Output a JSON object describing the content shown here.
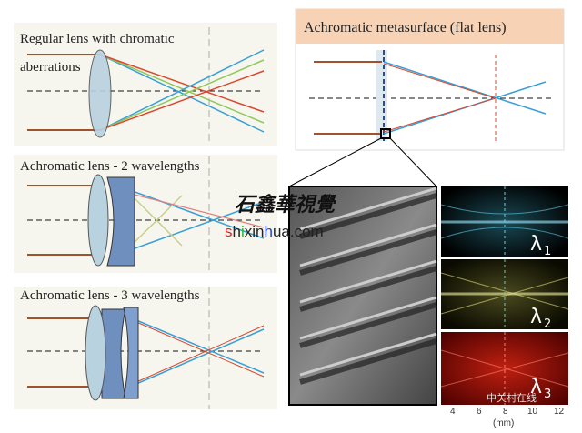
{
  "panels": {
    "regular": {
      "title_line1": "Regular lens with chromatic",
      "title_line2": "aberrations"
    },
    "two": {
      "title": "Achromatic lens - 2 wavelengths"
    },
    "three": {
      "title": "Achromatic lens - 3 wavelengths"
    },
    "meta": {
      "title": "Achromatic metasurface (flat lens)"
    }
  },
  "wavelengths": [
    {
      "symbol": "λ",
      "sub": "1",
      "color": "#5fd0f0"
    },
    {
      "symbol": "λ",
      "sub": "2",
      "color": "#e6e07a"
    },
    {
      "symbol": "λ",
      "sub": "3",
      "color": "#e03a2a"
    }
  ],
  "axis": {
    "ticks": [
      "4",
      "6",
      "8",
      "10",
      "12"
    ],
    "unit": "(mm)"
  },
  "watermark": {
    "chinese": "石鑫華視覺",
    "s": "s",
    "h": "h",
    "i": "i",
    "x": "x",
    "in": "in",
    "h2": "h",
    "rest": "ua.com",
    "corner": "中关村在线"
  },
  "colors": {
    "red": "#d9482e",
    "blue": "#3a9fd6",
    "green": "#8fc95a",
    "yellow": "#e0c94a",
    "brown": "#a0522d",
    "header": "#f8d2b4"
  }
}
